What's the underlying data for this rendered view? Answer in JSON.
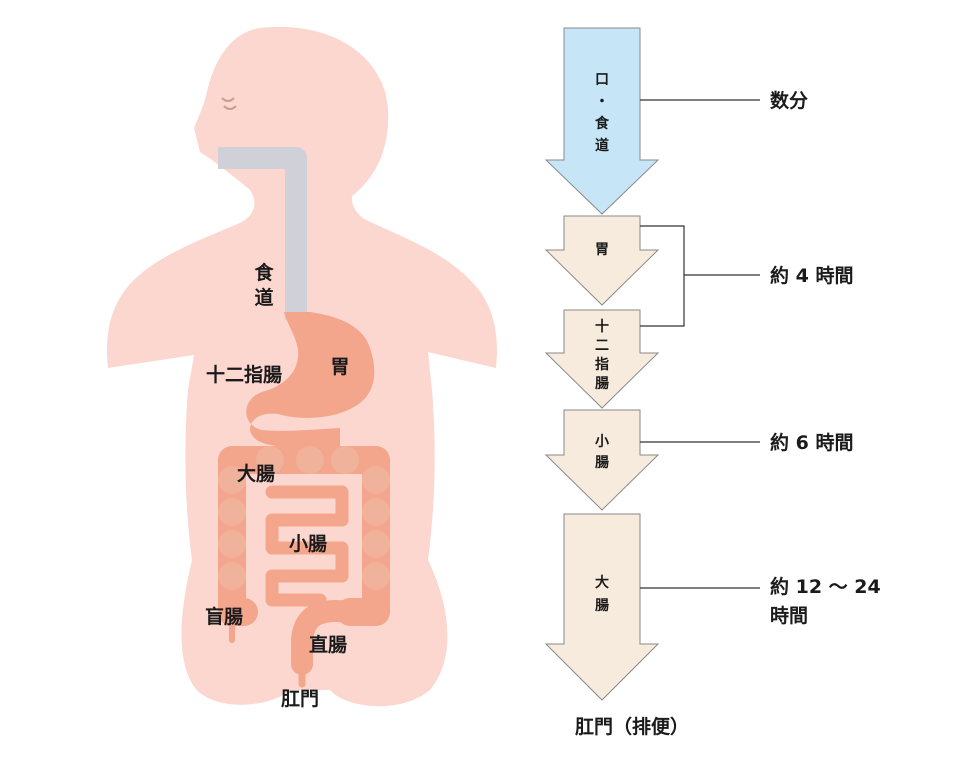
{
  "body_labels": {
    "esophagus": [
      "食",
      "道"
    ],
    "stomach": "胃",
    "duodenum": "十二指腸",
    "large_intestine": "大腸",
    "small_intestine": "小腸",
    "cecum": "盲腸",
    "rectum": "直腸",
    "anus": "肛門"
  },
  "flow_steps": [
    {
      "label": [
        "口",
        "・",
        "食",
        "道"
      ],
      "color": "#c6e6f8"
    },
    {
      "label": [
        "胃"
      ],
      "color": "#f6ebdd"
    },
    {
      "label": [
        "十",
        "二",
        "指",
        "腸"
      ],
      "color": "#f6ebdd"
    },
    {
      "label": [
        "小",
        "腸"
      ],
      "color": "#f6ebdd"
    },
    {
      "label": [
        "大",
        "腸"
      ],
      "color": "#f6ebdd"
    }
  ],
  "flow_end": "肛門（排便）",
  "durations": [
    {
      "lines": [
        "数分"
      ]
    },
    {
      "lines": [
        "約 4 時間"
      ]
    },
    {
      "lines": [
        "約 6 時間"
      ]
    },
    {
      "lines": [
        "約 12 〜 24",
        "時間"
      ]
    }
  ],
  "colors": {
    "skin": "#fbd7d0",
    "organ": "#f4a68c",
    "organ_light": "#f1b29c",
    "esophagus": "#cfd0d8",
    "arrow_stroke": "#8a8a8a"
  }
}
